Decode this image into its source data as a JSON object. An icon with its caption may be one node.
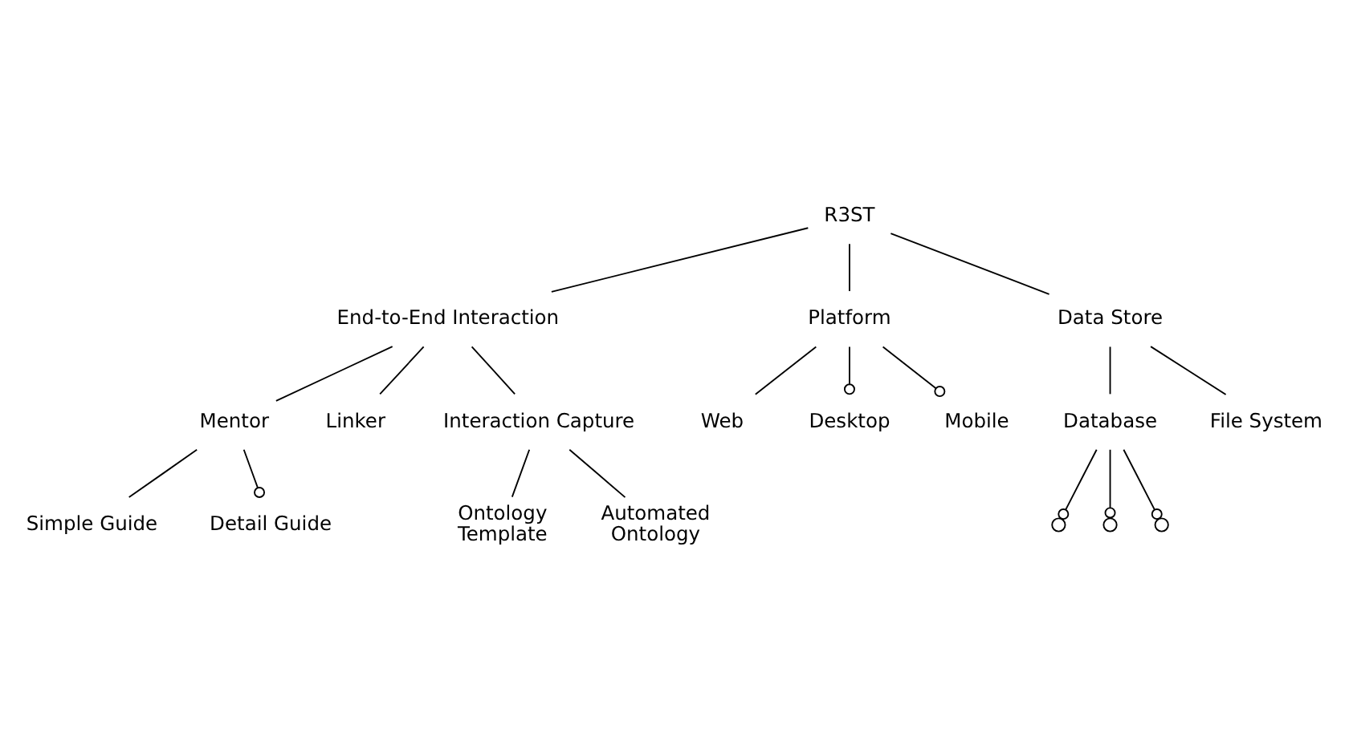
{
  "diagram": {
    "nodes": [
      {
        "text": [
          "R3ST"
        ]
      },
      {
        "text": [
          "End-to-End Interaction"
        ]
      },
      {
        "text": [
          "Platform"
        ]
      },
      {
        "text": [
          "Mentor"
        ]
      },
      {
        "text": [
          "Linker"
        ]
      },
      {
        "text": [
          "Interaction Capture"
        ]
      },
      {
        "text": [
          "Web"
        ]
      },
      {
        "text": [
          "Desktop"
        ]
      },
      {
        "text": [
          "Mobile"
        ]
      },
      {
        "text": [
          "Simple Guide"
        ]
      },
      {
        "text": [
          "Detail Guide"
        ]
      },
      {
        "text": [
          "Ontology Template"
        ]
      },
      {
        "text": [
          "Automated Ontology"
        ]
      },
      {
        "text": [
          "Data Store"
        ]
      },
      {
        "text": [
          "Database"
        ]
      },
      {
        "text": [
          "File System"
        ]
      },
      {
        "text": [],
        "shape": "point"
      },
      {
        "text": [],
        "shape": "point"
      },
      {
        "text": [],
        "shape": "point"
      }
    ],
    "edges": [
      {
        "from": 0,
        "to": 1,
        "arrow": "none"
      },
      {
        "from": 0,
        "to": 13,
        "arrow": "none"
      },
      {
        "from": 0,
        "to": 2,
        "arrow": "none"
      },
      {
        "from": 1,
        "to": 3,
        "arrow": "none"
      },
      {
        "from": 1,
        "to": 4,
        "arrow": "none"
      },
      {
        "from": 1,
        "to": 5,
        "arrow": "none"
      },
      {
        "from": 2,
        "to": 6,
        "arrow": "none"
      },
      {
        "from": 2,
        "to": 7,
        "arrow": "other"
      },
      {
        "from": 2,
        "to": 8,
        "arrow": "other"
      },
      {
        "from": 3,
        "to": 9,
        "arrow": "none"
      },
      {
        "from": 3,
        "to": 10,
        "arrow": "other"
      },
      {
        "from": 5,
        "to": 11,
        "arrow": "none"
      },
      {
        "from": 5,
        "to": 12,
        "arrow": "none"
      },
      {
        "from": 13,
        "to": 14,
        "arrow": "none"
      },
      {
        "from": 13,
        "to": 15,
        "arrow": "none"
      },
      {
        "from": 14,
        "to": 16,
        "arrow": "other"
      },
      {
        "from": 14,
        "to": 17,
        "arrow": "other"
      },
      {
        "from": 14,
        "to": 18,
        "arrow": "other"
      }
    ]
  }
}
